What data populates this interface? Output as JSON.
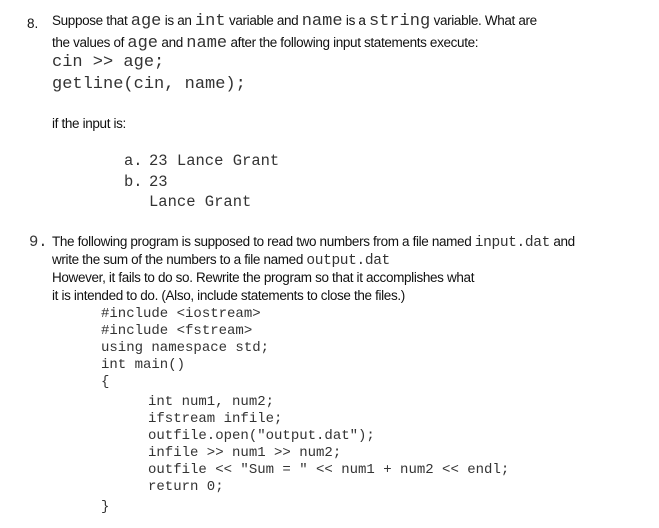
{
  "question8": {
    "number": "8.",
    "line1": {
      "t1": "Suppose that ",
      "c1": "age",
      "t2": " is an ",
      "c2": "int",
      "t3": " variable and ",
      "c3": "name",
      "t4": " is a ",
      "c4": "string",
      "t5": " variable. What are"
    },
    "line2": {
      "t1": "the values of ",
      "c1": "age",
      "t2": " and ",
      "c2": "name",
      "t3": " after the following input statements execute:"
    },
    "code": [
      "cin >> age;",
      "getline(cin, name);"
    ],
    "input_prompt": "if the input is:",
    "options": [
      {
        "label": "a.",
        "lines": [
          "23 Lance Grant"
        ]
      },
      {
        "label": "b.",
        "lines": [
          "23",
          "Lance Grant"
        ]
      }
    ]
  },
  "question9": {
    "number": "9.",
    "line1": {
      "t1": "The following program is supposed to read two numbers from a file named ",
      "c1": "input.dat",
      "t2": " and"
    },
    "line2": {
      "t1": "write the sum of the numbers to a file named ",
      "c1": "output.dat"
    },
    "line3": "However, it fails to do so. Rewrite the program so that it accomplishes what",
    "line4": "it is intended to do. (Also, include statements to close the files.)",
    "code": {
      "header": [
        "#include <iostream>",
        "#include <fstream>",
        "using namespace std;",
        "int main()",
        "{"
      ],
      "body": [
        "int num1, num2;",
        "ifstream infile;",
        "outfile.open(\"output.dat\");",
        "infile >> num1 >> num2;",
        "outfile << \"Sum = \" << num1 + num2 << endl;",
        "return 0;"
      ],
      "closing": "}"
    }
  }
}
